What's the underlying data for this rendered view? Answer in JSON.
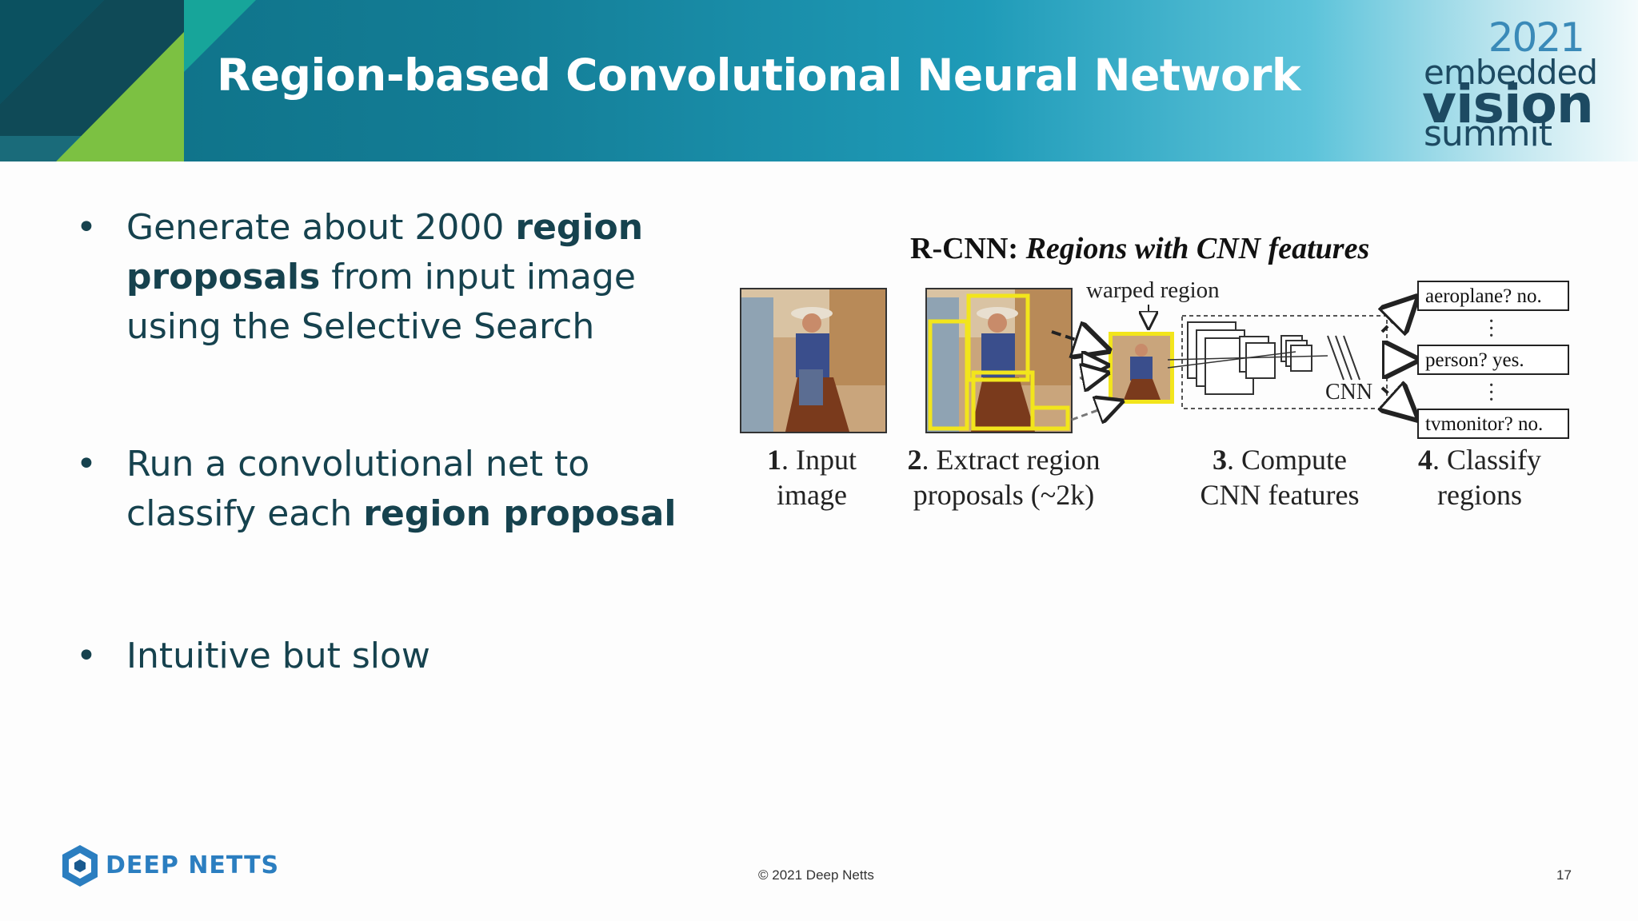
{
  "header": {
    "title": "Region-based Convolutional Neural Network",
    "logo": {
      "year": "2021",
      "line1": "embedded",
      "line2": "vision",
      "line3": "summit"
    }
  },
  "bullets": [
    {
      "parts": [
        {
          "t": "Generate about 2000 ",
          "b": false
        },
        {
          "t": "region proposals",
          "b": true
        },
        {
          "t": " from input image using the Selective Search",
          "b": false
        }
      ]
    },
    {
      "parts": [
        {
          "t": "Run a convolutional net to classify each ",
          "b": false
        },
        {
          "t": "region proposal",
          "b": true
        }
      ]
    },
    {
      "parts": [
        {
          "t": "Intuitive but slow",
          "b": false
        }
      ]
    }
  ],
  "figure": {
    "title_bold": "R-CNN: ",
    "title_italic": "Regions with CNN features",
    "warped_label": "warped region",
    "cnn_label": "CNN",
    "outputs": [
      "aeroplane? no.",
      "person? yes.",
      "tvmonitor? no."
    ],
    "steps": [
      {
        "num": "1",
        "line1": ". Input",
        "line2": "image"
      },
      {
        "num": "2",
        "line1": ". Extract region",
        "line2": "proposals (~2k)"
      },
      {
        "num": "3",
        "line1": ". Compute",
        "line2": "CNN features"
      },
      {
        "num": "4",
        "line1": ". Classify",
        "line2": "regions"
      }
    ],
    "colors": {
      "proposal_box": "#f2e51c",
      "line": "#222222"
    }
  },
  "footer": {
    "brand": "DEEP NETTS",
    "copyright": "© 2021 Deep Netts",
    "page": "17"
  }
}
